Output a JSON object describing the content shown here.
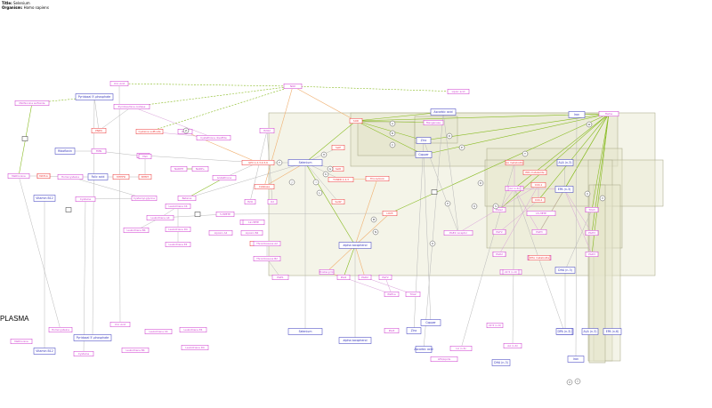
{
  "header": {
    "title_label": "Title:",
    "title_value": "Selenium",
    "organism_label": "Organism:",
    "organism_value": "Homo sapiens"
  },
  "colors": {
    "metabolite": "#cc33cc",
    "gene": "#ee3333",
    "nutrient": "#3333bb",
    "edge_green": "#88bb22",
    "edge_gray": "#b8b8b8",
    "edge_orange": "#f0b070",
    "edge_magenta": "#d8a0d8",
    "box_fill": "#e6e6cc",
    "box_stroke": "#b0b090"
  },
  "section_label": "PLASMA",
  "nodes": [
    {
      "label": "Uric Acid",
      "kind": "metabolite"
    },
    {
      "label": "NOX",
      "kind": "metabolite"
    },
    {
      "label": "Lipoic acid",
      "kind": "metabolite"
    },
    {
      "label": "Methionine sulfoxide",
      "kind": "metabolite"
    },
    {
      "label": "Pyridoxal 5'-phosphate",
      "kind": "nutrient"
    },
    {
      "label": "Pyridoxamine oxidase",
      "kind": "metabolite"
    },
    {
      "label": "Cysteine",
      "kind": "metabolite"
    },
    {
      "label": "Cystathione disulfide",
      "kind": "metabolite"
    },
    {
      "label": "MSR1",
      "kind": "gene"
    },
    {
      "label": "PNPO",
      "kind": "gene"
    },
    {
      "label": "Cysteine sulfinate",
      "kind": "gene"
    },
    {
      "label": "SOD",
      "kind": "gene"
    },
    {
      "label": "Manganese",
      "kind": "metabolite"
    },
    {
      "label": "Ascorbic acid",
      "kind": "nutrient"
    },
    {
      "label": "Iron",
      "kind": "nutrient"
    },
    {
      "label": "Heme",
      "kind": "metabolite"
    },
    {
      "label": "Zinc",
      "kind": "nutrient"
    },
    {
      "label": "Copper",
      "kind": "nutrient"
    },
    {
      "label": "GSH",
      "kind": "metabolite"
    },
    {
      "label": "Riboflavin",
      "kind": "nutrient"
    },
    {
      "label": "FMN",
      "kind": "metabolite"
    },
    {
      "label": "FAD",
      "kind": "metabolite"
    },
    {
      "label": "Methionine",
      "kind": "metabolite"
    },
    {
      "label": "MAT1A",
      "kind": "gene"
    },
    {
      "label": "Homocysteine",
      "kind": "metabolite"
    },
    {
      "label": "NADPH",
      "kind": "metabolite"
    },
    {
      "label": "NADP+",
      "kind": "metabolite"
    },
    {
      "label": "GSSG",
      "kind": "metabolite"
    },
    {
      "label": "GPX 1,2,3,4,5,6",
      "kind": "gene"
    },
    {
      "label": "Selenium",
      "kind": "nutrient"
    },
    {
      "label": "SelP",
      "kind": "gene"
    },
    {
      "label": "LA (n-6)",
      "kind": "metabolite"
    },
    {
      "label": "ALA (n-3)",
      "kind": "nutrient"
    },
    {
      "label": "Vitamin B12",
      "kind": "nutrient"
    },
    {
      "label": "Folic acid",
      "kind": "nutrient"
    },
    {
      "label": "MTHFR",
      "kind": "gene"
    },
    {
      "label": "BHMT",
      "kind": "gene"
    },
    {
      "label": "Glutathione",
      "kind": "metabolite"
    },
    {
      "label": "Catalase",
      "kind": "gene"
    },
    {
      "label": "TXNRD 1,2,3",
      "kind": "gene"
    },
    {
      "label": "Thioredoxin",
      "kind": "gene"
    },
    {
      "label": "H2O2",
      "kind": "metabolite"
    },
    {
      "label": "H2O",
      "kind": "metabolite"
    },
    {
      "label": "O2",
      "kind": "metabolite"
    },
    {
      "label": "SelW",
      "kind": "gene"
    },
    {
      "label": "SelR",
      "kind": "gene"
    },
    {
      "label": "Cysteinyl-glycine",
      "kind": "metabolite"
    },
    {
      "label": "Betaine",
      "kind": "metabolite"
    },
    {
      "label": "Leukotriene A4",
      "kind": "metabolite"
    },
    {
      "label": "5-HPETE",
      "kind": "metabolite"
    },
    {
      "label": "LOX5",
      "kind": "gene"
    },
    {
      "label": "PG synthase",
      "kind": "metabolite"
    },
    {
      "label": "Thromboxane",
      "kind": "gene"
    },
    {
      "label": "PGE1",
      "kind": "metabolite"
    },
    {
      "label": "PGH3",
      "kind": "metabolite"
    },
    {
      "label": "DPA (n-3)",
      "kind": "metabolite"
    },
    {
      "label": "EPA (n-3)",
      "kind": "nutrient"
    },
    {
      "label": "COX-1",
      "kind": "gene"
    },
    {
      "label": "COX-2",
      "kind": "gene"
    },
    {
      "label": "PGG2",
      "kind": "metabolite"
    },
    {
      "label": "PGH2",
      "kind": "metabolite"
    },
    {
      "label": "PGE2",
      "kind": "metabolite"
    },
    {
      "label": "PGE3",
      "kind": "metabolite"
    },
    {
      "label": "AA (n-6)",
      "kind": "metabolite"
    },
    {
      "label": "DHA (n-3)",
      "kind": "nutrient"
    },
    {
      "label": "12-HETE",
      "kind": "metabolite"
    },
    {
      "label": "Lipoxin A4",
      "kind": "metabolite"
    },
    {
      "label": "Lipoxin B4",
      "kind": "metabolite"
    },
    {
      "label": "Leukotriene B4",
      "kind": "metabolite"
    },
    {
      "label": "Leukotriene C4",
      "kind": "metabolite"
    },
    {
      "label": "Leukotriene D4",
      "kind": "metabolite"
    },
    {
      "label": "Leukotriene E4",
      "kind": "metabolite"
    },
    {
      "label": "Thromboxane A2",
      "kind": "metabolite"
    },
    {
      "label": "Thromboxane B2",
      "kind": "metabolite"
    },
    {
      "label": "alpha-tocopherol",
      "kind": "nutrient"
    },
    {
      "label": "Prostacyclin",
      "kind": "metabolite"
    },
    {
      "label": "PGI2",
      "kind": "metabolite"
    },
    {
      "label": "PGD2",
      "kind": "metabolite"
    },
    {
      "label": "PGF2",
      "kind": "metabolite"
    },
    {
      "label": "PGE2 receptor",
      "kind": "metabolite"
    },
    {
      "label": "15-HETE",
      "kind": "metabolite"
    },
    {
      "label": "PGF3",
      "kind": "metabolite"
    },
    {
      "label": "PGD3",
      "kind": "metabolite"
    },
    {
      "label": "Lipoxin A5",
      "kind": "metabolite"
    },
    {
      "label": "DHA (n-6)",
      "kind": "nutrient"
    },
    {
      "label": "GLA (n-6)",
      "kind": "metabolite"
    },
    {
      "label": "EPA (n-6)",
      "kind": "nutrient"
    },
    {
      "label": "Homocysteine",
      "kind": "metabolite"
    },
    {
      "label": "Methionine",
      "kind": "metabolite"
    },
    {
      "label": "Vitamin B12",
      "kind": "nutrient"
    },
    {
      "label": "Pyridoxal 5'-phosphate",
      "kind": "nutrient"
    },
    {
      "label": "Cysteine",
      "kind": "metabolite"
    },
    {
      "label": "Uric Acid",
      "kind": "metabolite"
    },
    {
      "label": "Leukotriene B4",
      "kind": "metabolite"
    },
    {
      "label": "Leukotriene C4",
      "kind": "metabolite"
    },
    {
      "label": "Leukotriene D4",
      "kind": "metabolite"
    },
    {
      "label": "Leukotriene E4",
      "kind": "metabolite"
    },
    {
      "label": "PGE1a",
      "kind": "metabolite"
    },
    {
      "label": "Selenium",
      "kind": "nutrient"
    },
    {
      "label": "alpha-tocopherol",
      "kind": "nutrient"
    },
    {
      "label": "TXA2",
      "kind": "metabolite"
    },
    {
      "label": "PGI3",
      "kind": "metabolite"
    },
    {
      "label": "Zinc",
      "kind": "nutrient"
    },
    {
      "label": "Copper",
      "kind": "nutrient"
    },
    {
      "label": "Ascorbic acid",
      "kind": "nutrient"
    },
    {
      "label": "LPS/Lipids",
      "kind": "metabolite"
    },
    {
      "label": "LA (n-6)",
      "kind": "metabolite"
    },
    {
      "label": "22:5 (n-6)",
      "kind": "metabolite"
    },
    {
      "label": "AA (n-6)",
      "kind": "metabolite"
    },
    {
      "label": "DHA (n-3)",
      "kind": "nutrient"
    },
    {
      "label": "DPA (n-3)",
      "kind": "nutrient"
    },
    {
      "label": "ALA (n-3)",
      "kind": "nutrient"
    },
    {
      "label": "Iron",
      "kind": "nutrient"
    },
    {
      "label": "AA metabolite",
      "kind": "gene"
    },
    {
      "label": "EPA metabolite",
      "kind": "gene"
    },
    {
      "label": "DHA metabolite",
      "kind": "gene"
    },
    {
      "label": "22:5 (n-6)",
      "kind": "metabolite"
    },
    {
      "label": "PGD2",
      "kind": "metabolite"
    },
    {
      "label": "PGF2",
      "kind": "metabolite"
    },
    {
      "label": "TXA3",
      "kind": "metabolite"
    },
    {
      "label": "PGH3",
      "kind": "metabolite"
    }
  ],
  "markers": [
    "A",
    "B",
    "C",
    "D",
    "E",
    "F",
    "G",
    "H",
    "I",
    "J",
    "K",
    "L",
    "M",
    "N",
    "O",
    "P",
    "Q",
    "R",
    "S",
    "T",
    "U",
    "V",
    "W",
    "X",
    "Y",
    "Z"
  ]
}
